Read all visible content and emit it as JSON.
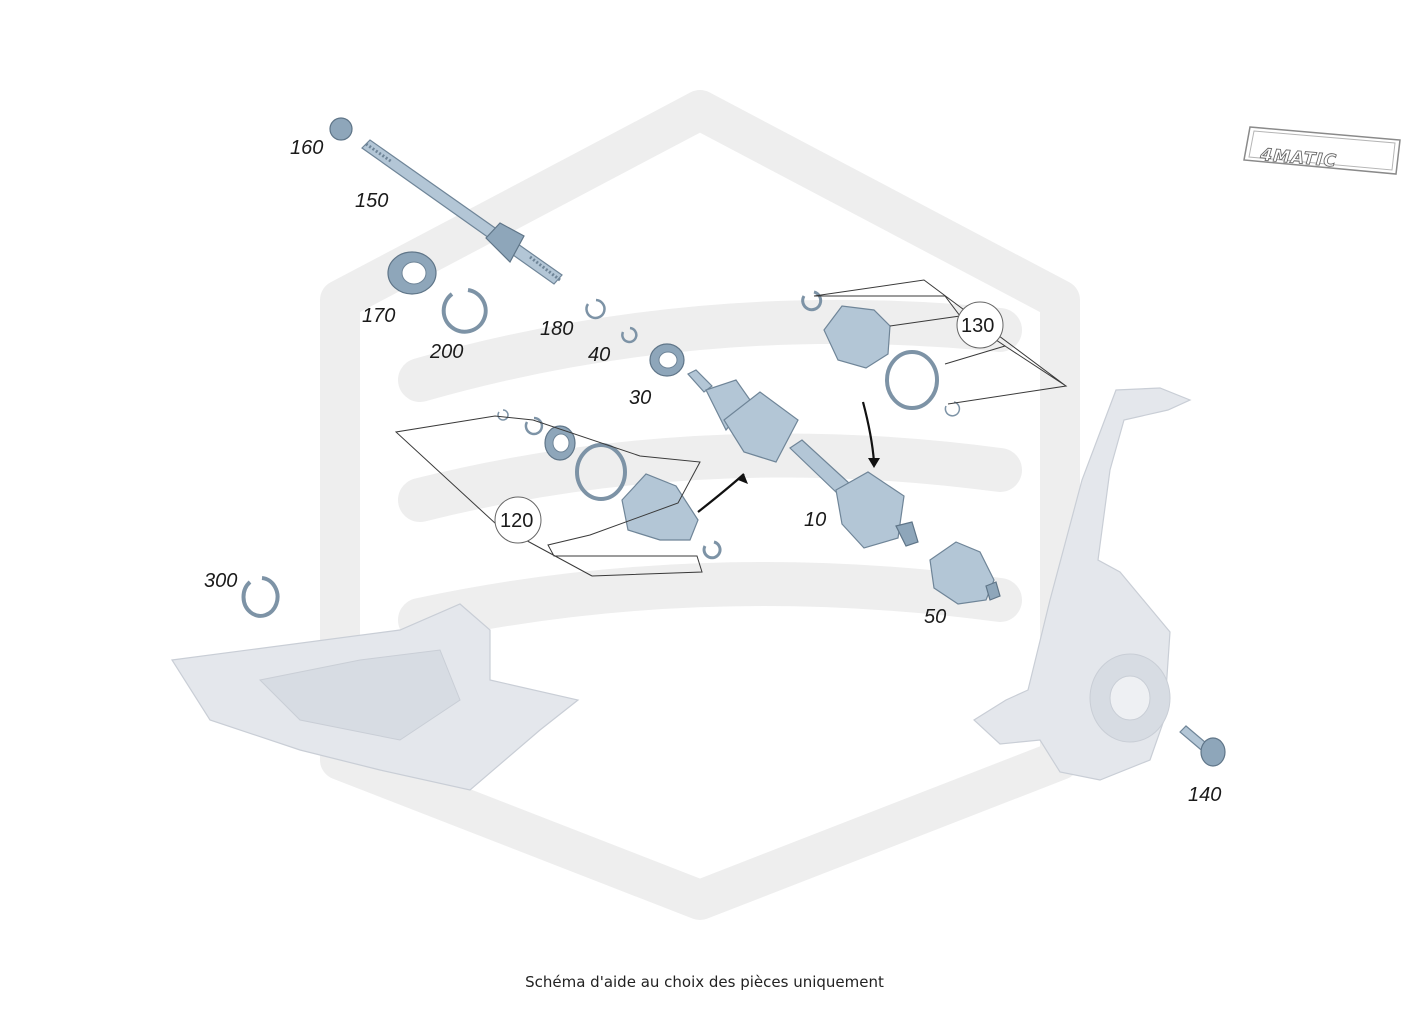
{
  "badge": {
    "text": "4MATIC"
  },
  "parts": [
    {
      "id": "p160",
      "label": "160"
    },
    {
      "id": "p150",
      "label": "150"
    },
    {
      "id": "p170",
      "label": "170"
    },
    {
      "id": "p200",
      "label": "200"
    },
    {
      "id": "p180",
      "label": "180"
    },
    {
      "id": "p40",
      "label": "40"
    },
    {
      "id": "p30",
      "label": "30"
    },
    {
      "id": "p130",
      "label": "130"
    },
    {
      "id": "p120",
      "label": "120"
    },
    {
      "id": "p10",
      "label": "10"
    },
    {
      "id": "p50",
      "label": "50"
    },
    {
      "id": "p300",
      "label": "300"
    },
    {
      "id": "p140",
      "label": "140"
    }
  ],
  "disclaimer": "Schéma d'aide au choix des pièces uniquement",
  "colors": {
    "part": "#b3c6d6",
    "watermark": "#eeeeee",
    "ghost": "#e4e7ec"
  }
}
